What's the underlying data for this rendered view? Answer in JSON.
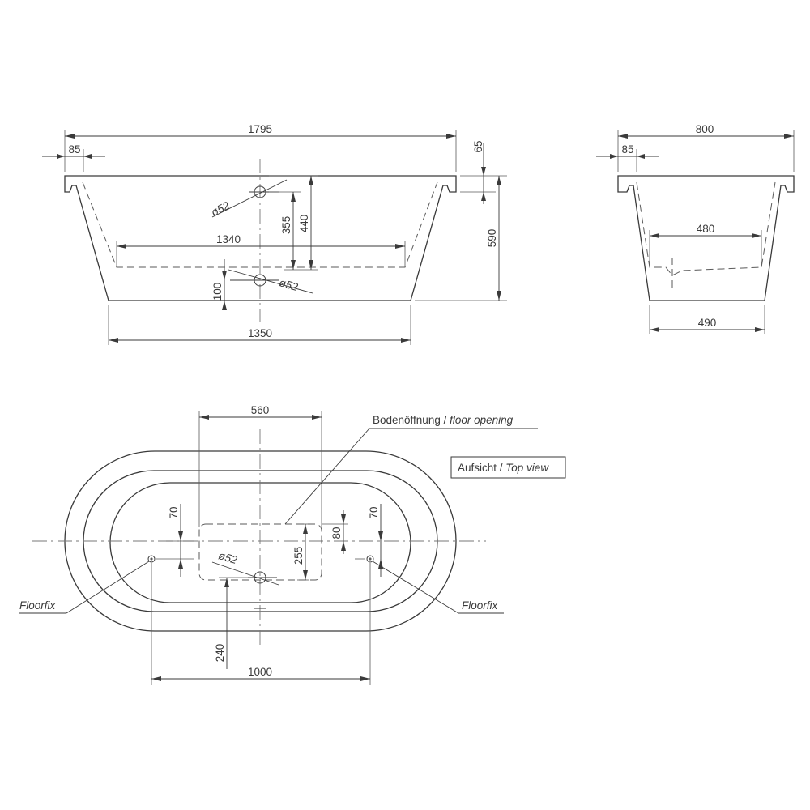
{
  "side_view": {
    "overall_length": "1795",
    "rim_left": "85",
    "rim_height": "65",
    "overall_height": "590",
    "inner_length": "1340",
    "outlet_355": "355",
    "overflow_440": "440",
    "overflow_dia": "ø52",
    "drain_dia": "ø52",
    "drain_offset": "100",
    "base_length": "1350"
  },
  "end_view": {
    "overall_width": "800",
    "rim_left": "85",
    "inner_width": "480",
    "base_width": "490"
  },
  "top_view": {
    "opening_width": "560",
    "floor_opening_de": "Bodenöffnung / ",
    "floor_opening_en": "floor opening",
    "view_label_de": "Aufsicht / ",
    "view_label_en": "Top view",
    "left_70": "70",
    "right_70": "70",
    "dim_80": "80",
    "dim_255": "255",
    "drain_dia": "ø52",
    "dim_240": "240",
    "dim_1000": "1000",
    "floorfix_left": "Floorfix",
    "floorfix_right": "Floorfix"
  }
}
